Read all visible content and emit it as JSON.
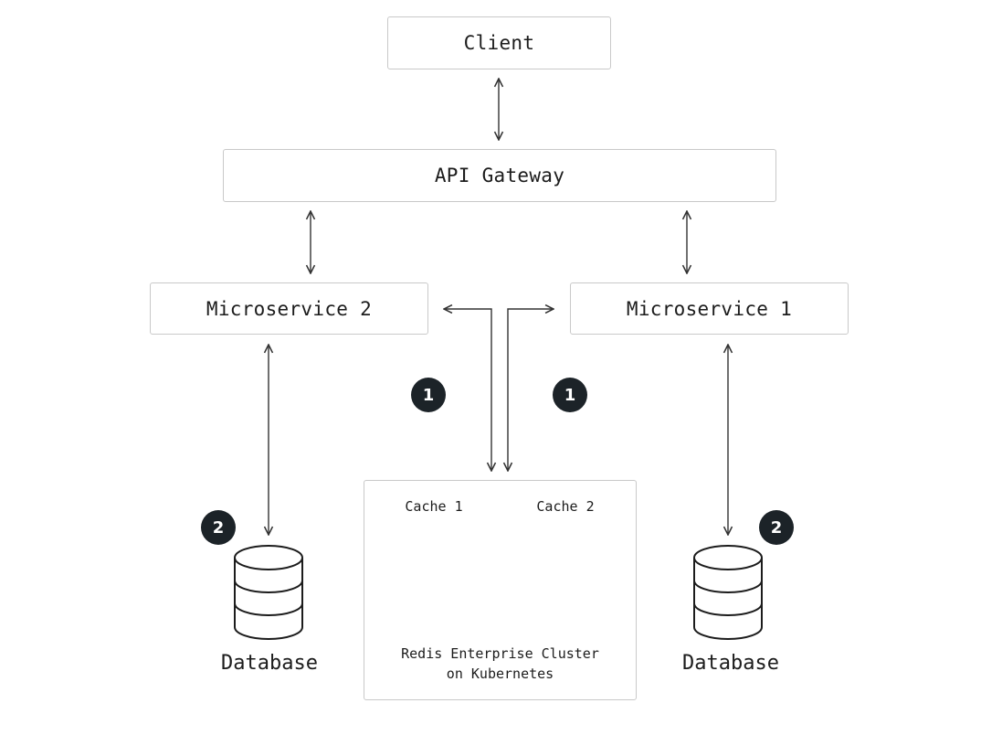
{
  "nodes": {
    "client": "Client",
    "api_gateway": "API Gateway",
    "microservice_2": "Microservice 2",
    "microservice_1": "Microservice 1"
  },
  "badges": {
    "left_cache_path": "1",
    "right_cache_path": "1",
    "left_database_path": "2",
    "right_database_path": "2"
  },
  "cluster": {
    "cache_1": "Cache 1",
    "cache_2": "Cache 2",
    "caption_line_1": "Redis Enterprise Cluster",
    "caption_line_2": "on Kubernetes"
  },
  "databases": {
    "left": "Database",
    "right": "Database"
  },
  "colors": {
    "box_border": "#c9c9c9",
    "line": "#333333",
    "badge": "#1c2328",
    "redis_front": "#d82c20",
    "redis_side": "#a41e11",
    "redis_top": "#e34b3b",
    "chip": "#d82c20"
  },
  "icons": {
    "cache": "redis-cube-icon",
    "node": "chip-icon",
    "database": "database-cylinder-icon"
  }
}
